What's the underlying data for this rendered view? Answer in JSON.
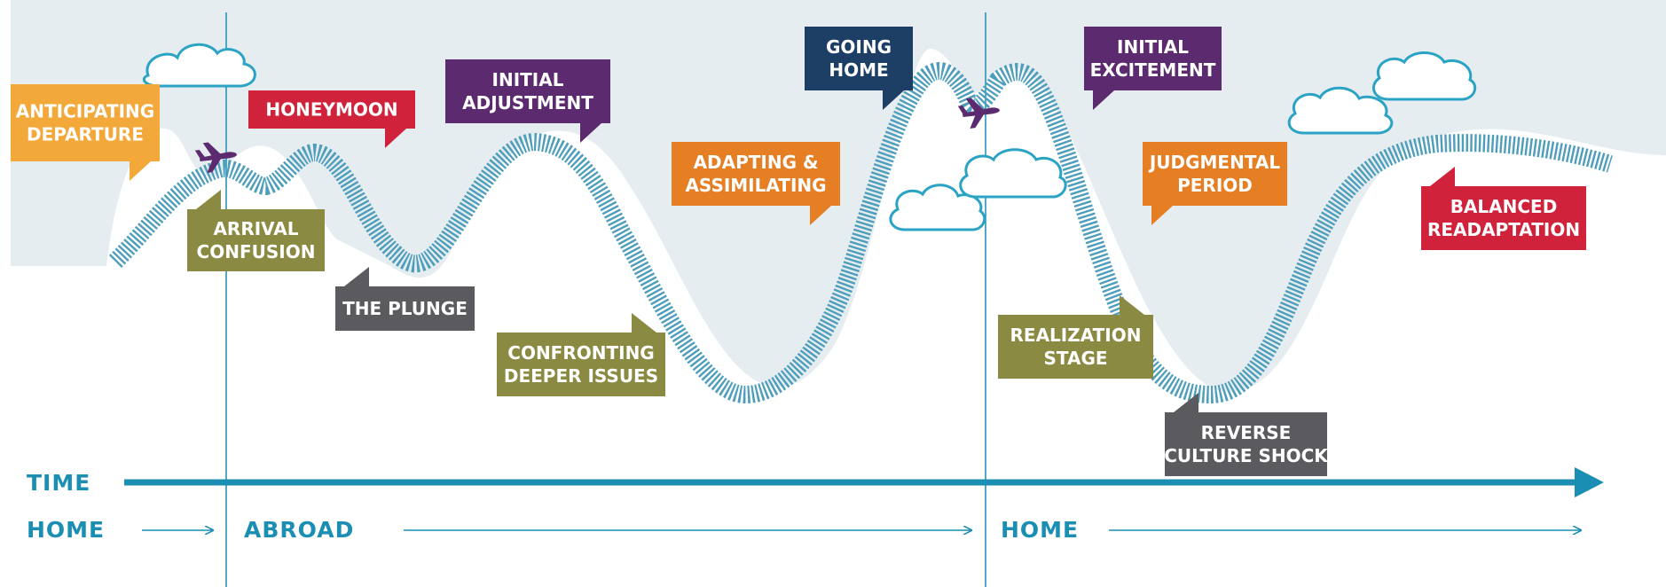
{
  "timeline": {
    "time_label": "TIME",
    "phases": [
      {
        "id": "home-before",
        "label": "HOME"
      },
      {
        "id": "abroad",
        "label": "ABROAD"
      },
      {
        "id": "home-after",
        "label": "HOME"
      }
    ]
  },
  "stages": [
    {
      "id": "anticipating-departure",
      "lines": [
        "ANTICIPATING",
        "DEPARTURE"
      ],
      "color": "#f3a83a"
    },
    {
      "id": "honeymoon",
      "lines": [
        "HONEYMOON"
      ],
      "color": "#d0233b"
    },
    {
      "id": "initial-adjustment",
      "lines": [
        "INITIAL",
        "ADJUSTMENT"
      ],
      "color": "#5c2a6e"
    },
    {
      "id": "arrival-confusion",
      "lines": [
        "ARRIVAL",
        "CONFUSION"
      ],
      "color": "#8a8a42"
    },
    {
      "id": "the-plunge",
      "lines": [
        "THE PLUNGE"
      ],
      "color": "#5b5b5f"
    },
    {
      "id": "confronting-deeper-issues",
      "lines": [
        "CONFRONTING",
        "DEEPER ISSUES"
      ],
      "color": "#8a8a42"
    },
    {
      "id": "adapting-assimilating",
      "lines": [
        "ADAPTING &",
        "ASSIMILATING"
      ],
      "color": "#e67f24"
    },
    {
      "id": "going-home",
      "lines": [
        "GOING",
        "HOME"
      ],
      "color": "#1d3f66"
    },
    {
      "id": "initial-excitement",
      "lines": [
        "INITIAL",
        "EXCITEMENT"
      ],
      "color": "#5c2a6e"
    },
    {
      "id": "judgmental-period",
      "lines": [
        "JUDGMENTAL",
        "PERIOD"
      ],
      "color": "#e67f24"
    },
    {
      "id": "balanced-readaptation",
      "lines": [
        "BALANCED",
        "READAPTATION"
      ],
      "color": "#d0233b"
    },
    {
      "id": "realization-stage",
      "lines": [
        "REALIZATION",
        "STAGE"
      ],
      "color": "#8a8a42"
    },
    {
      "id": "reverse-culture-shock",
      "lines": [
        "REVERSE",
        "CULTURE SHOCK"
      ],
      "color": "#5b5b5f"
    }
  ],
  "colors": {
    "sky": "#e6edf1",
    "timeline": "#1b8eb3",
    "curve": "#4e9ebb",
    "plane": "#5c2a6e",
    "cloud_stroke": "#2aa3c4"
  },
  "icons": {
    "plane": "airplane-icon",
    "cloud": "cloud-icon"
  }
}
